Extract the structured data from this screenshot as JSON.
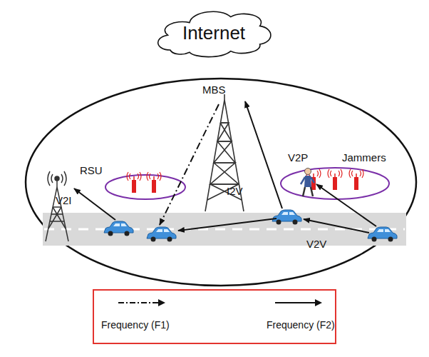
{
  "diagram": {
    "nodes": [
      {
        "text": [
          "Internet"
        ]
      }
    ],
    "labels": [
      "RSU",
      "V2I",
      "MBS",
      "I2V",
      "V2P",
      "Jammers",
      "V2V"
    ],
    "legend": [
      {
        "text": "Frequency (F1)"
      },
      {
        "text": "Frequency (F2)"
      }
    ]
  }
}
